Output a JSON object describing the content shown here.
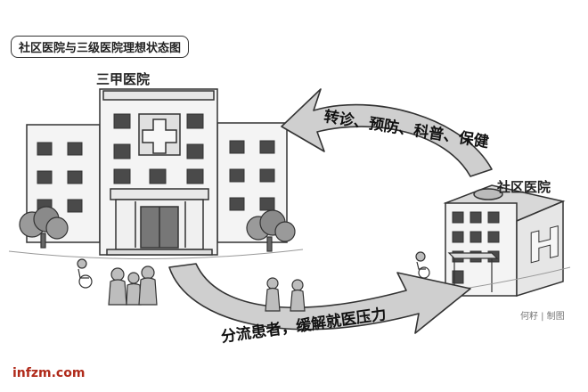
{
  "title": "社区医院与三级医院理想状态图",
  "hospital_main": {
    "label": "三甲医院"
  },
  "hospital_community": {
    "label": "社区医院",
    "sign_letter": "H"
  },
  "arrows": {
    "top_label": "转诊、预防、科普、保健",
    "bottom_label": "分流患者，缓解就医压力"
  },
  "credit": "何籽 | 制图",
  "brand": "infzm.com",
  "colors": {
    "ink": "#222222",
    "arrow_fill": "#cfcfcf",
    "building_fill": "#f4f4f4",
    "window_fill": "#4a4a4a",
    "brand_red": "#b02a1a"
  }
}
